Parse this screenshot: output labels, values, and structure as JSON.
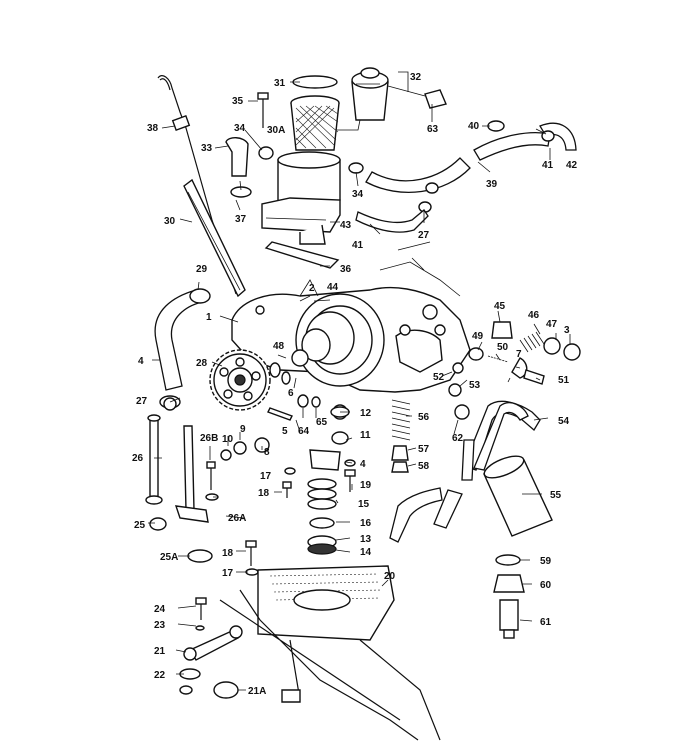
{
  "labels": [
    "31",
    "32",
    "35",
    "38",
    "34",
    "30A",
    "33",
    "63",
    "40",
    "42",
    "41",
    "39",
    "34",
    "37",
    "30",
    "43",
    "41",
    "27",
    "29",
    "36",
    "1",
    "2",
    "44",
    "45",
    "46",
    "47",
    "3",
    "48",
    "49",
    "50",
    "7",
    "28",
    "4",
    "52",
    "53",
    "51",
    "6",
    "5",
    "27",
    "64",
    "65",
    "12",
    "54",
    "56",
    "9",
    "26B",
    "10",
    "8",
    "11",
    "62",
    "57",
    "26",
    "17",
    "4",
    "58",
    "18",
    "19",
    "55",
    "15",
    "26A",
    "25",
    "16",
    "13",
    "14",
    "59",
    "25A",
    "18",
    "60",
    "17",
    "20",
    "24",
    "61",
    "23",
    "21",
    "22",
    "21A"
  ]
}
